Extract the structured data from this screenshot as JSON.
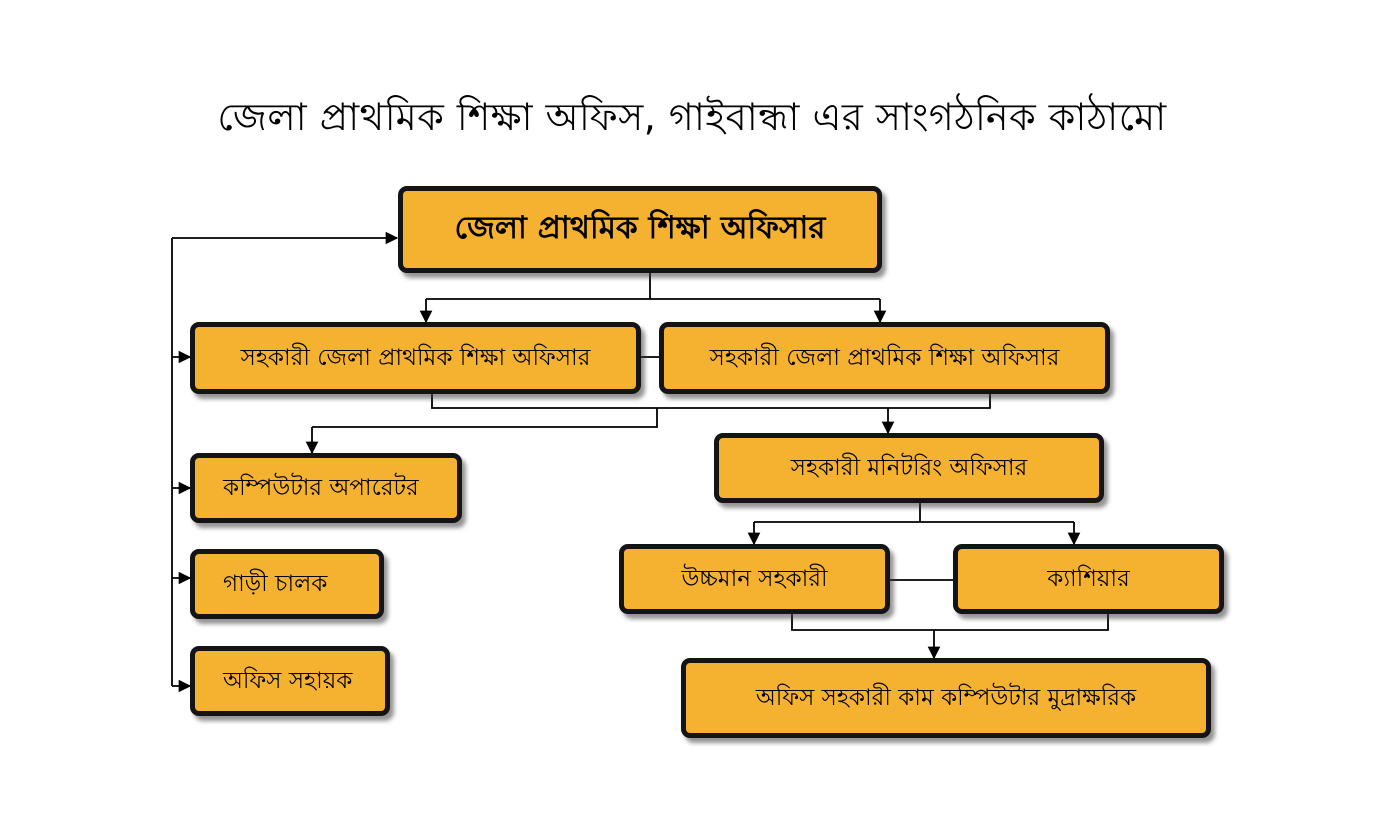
{
  "title": "জেলা প্রাথমিক শিক্ষা অফিস, গাইবান্ধা এর সাংগঠনিক কাঠামো",
  "colors": {
    "box_fill": "#f5b230",
    "box_border": "#141414",
    "line": "#000000"
  },
  "nodes": {
    "dpeo": "জেলা প্রাথমিক শিক্ষা অফিসার",
    "adpeo_1": "সহকারী জেলা প্রাথমিক শিক্ষা অফিসার",
    "adpeo_2": "সহকারী জেলা প্রাথমিক শিক্ষা অফিসার",
    "computer_operator": "কম্পিউটার অপারেটর",
    "driver": "গাড়ী চালক",
    "office_assistant": "অফিস সহায়ক",
    "asst_monitoring_officer": "সহকারী মনিটরিং অফিসার",
    "upper_division_assistant": "উচ্চমান সহকারী",
    "cashier": "ক্যাশিয়ার",
    "office_asst_typist": "অফিস সহকারী কাম কম্পিউটার মুদ্রাক্ষরিক"
  }
}
